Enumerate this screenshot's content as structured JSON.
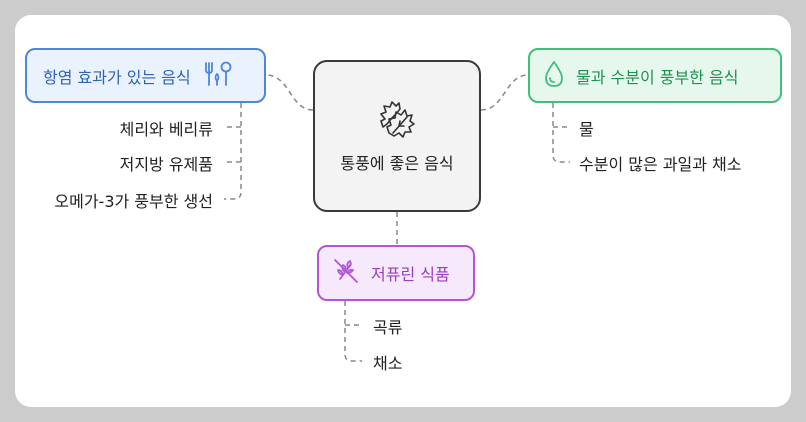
{
  "center": {
    "label": "통풍에 좋은 음식",
    "icon": "leaf-icon"
  },
  "anti_inflammatory": {
    "label": "항염 효과가 있는 음식",
    "icon": "fork-spoon-icon",
    "items": [
      "체리와 베리류",
      "저지방 유제품",
      "오메가-3가 풍부한 생선"
    ]
  },
  "water_rich": {
    "label": "물과 수분이 풍부한 음식",
    "icon": "water-drop-icon",
    "items": [
      "물",
      "수분이 많은 과일과 채소"
    ]
  },
  "low_purine": {
    "label": "저퓨린 식품",
    "icon": "no-grain-icon",
    "items": [
      "곡류",
      "채소"
    ]
  },
  "colors": {
    "blue": "#4f86d8",
    "green": "#3fbf78",
    "purple": "#b456d8",
    "dark": "#3a3a3a"
  }
}
